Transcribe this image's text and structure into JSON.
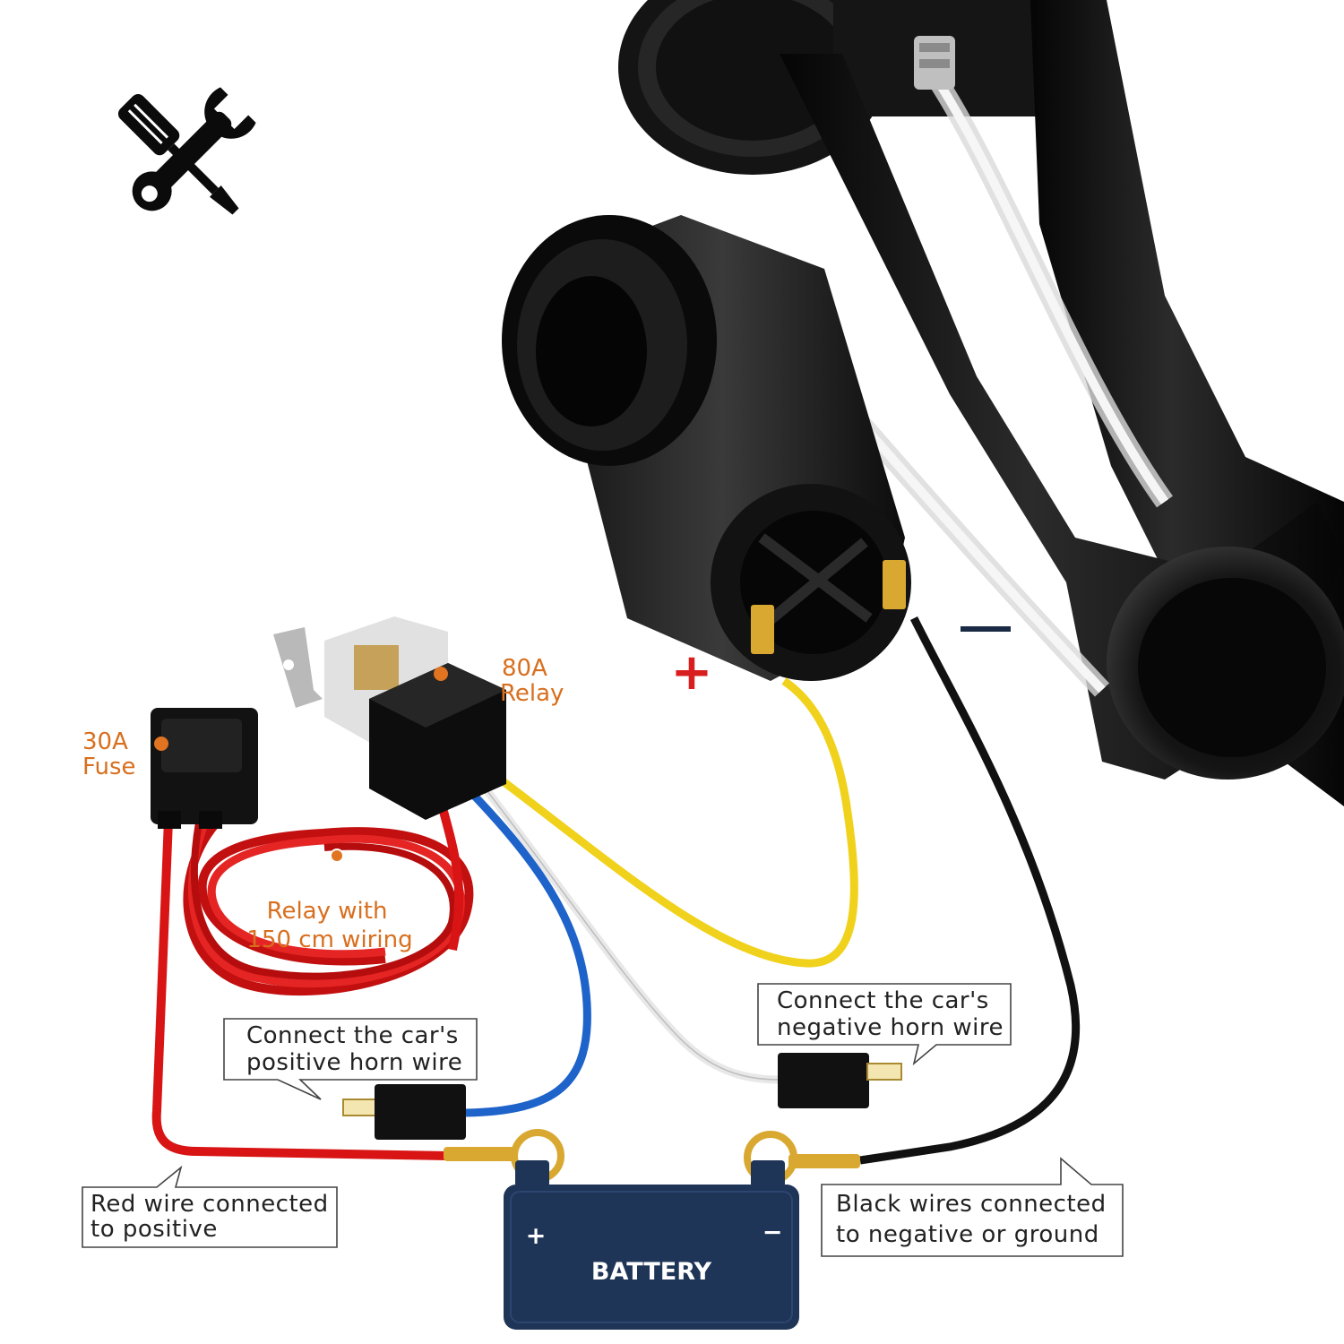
{
  "labels": {
    "relay_line1": "80A",
    "relay_line2": "Relay",
    "fuse_line1": "30A",
    "fuse_line2": "Fuse",
    "wiring_line1": "Relay with",
    "wiring_line2": "150 cm wiring",
    "plus_sign": "+",
    "minus_sign": "−"
  },
  "callouts": {
    "positive_horn": [
      "Connect the car's",
      "positive horn wire"
    ],
    "negative_horn": [
      "Connect the car's",
      "negative horn wire"
    ],
    "red_wire": [
      "Red wire connected",
      "to positive"
    ],
    "black_wire": [
      "Black wires connected",
      "to negative or ground"
    ]
  },
  "battery": {
    "label": "BATTERY",
    "plus": "+",
    "minus": "−",
    "color": "#1f3557"
  },
  "colors": {
    "accent": "#d86f1e",
    "red_wire": "#d81414",
    "blue_wire": "#1e63c9",
    "yellow_wire": "#f0d21c",
    "black_wire": "#111111",
    "plus_red": "#d81e1e"
  },
  "icons": [
    "tools-icon",
    "air-horn-icon",
    "compressor-icon",
    "relay-icon",
    "fuse-holder-icon",
    "battery-icon"
  ]
}
